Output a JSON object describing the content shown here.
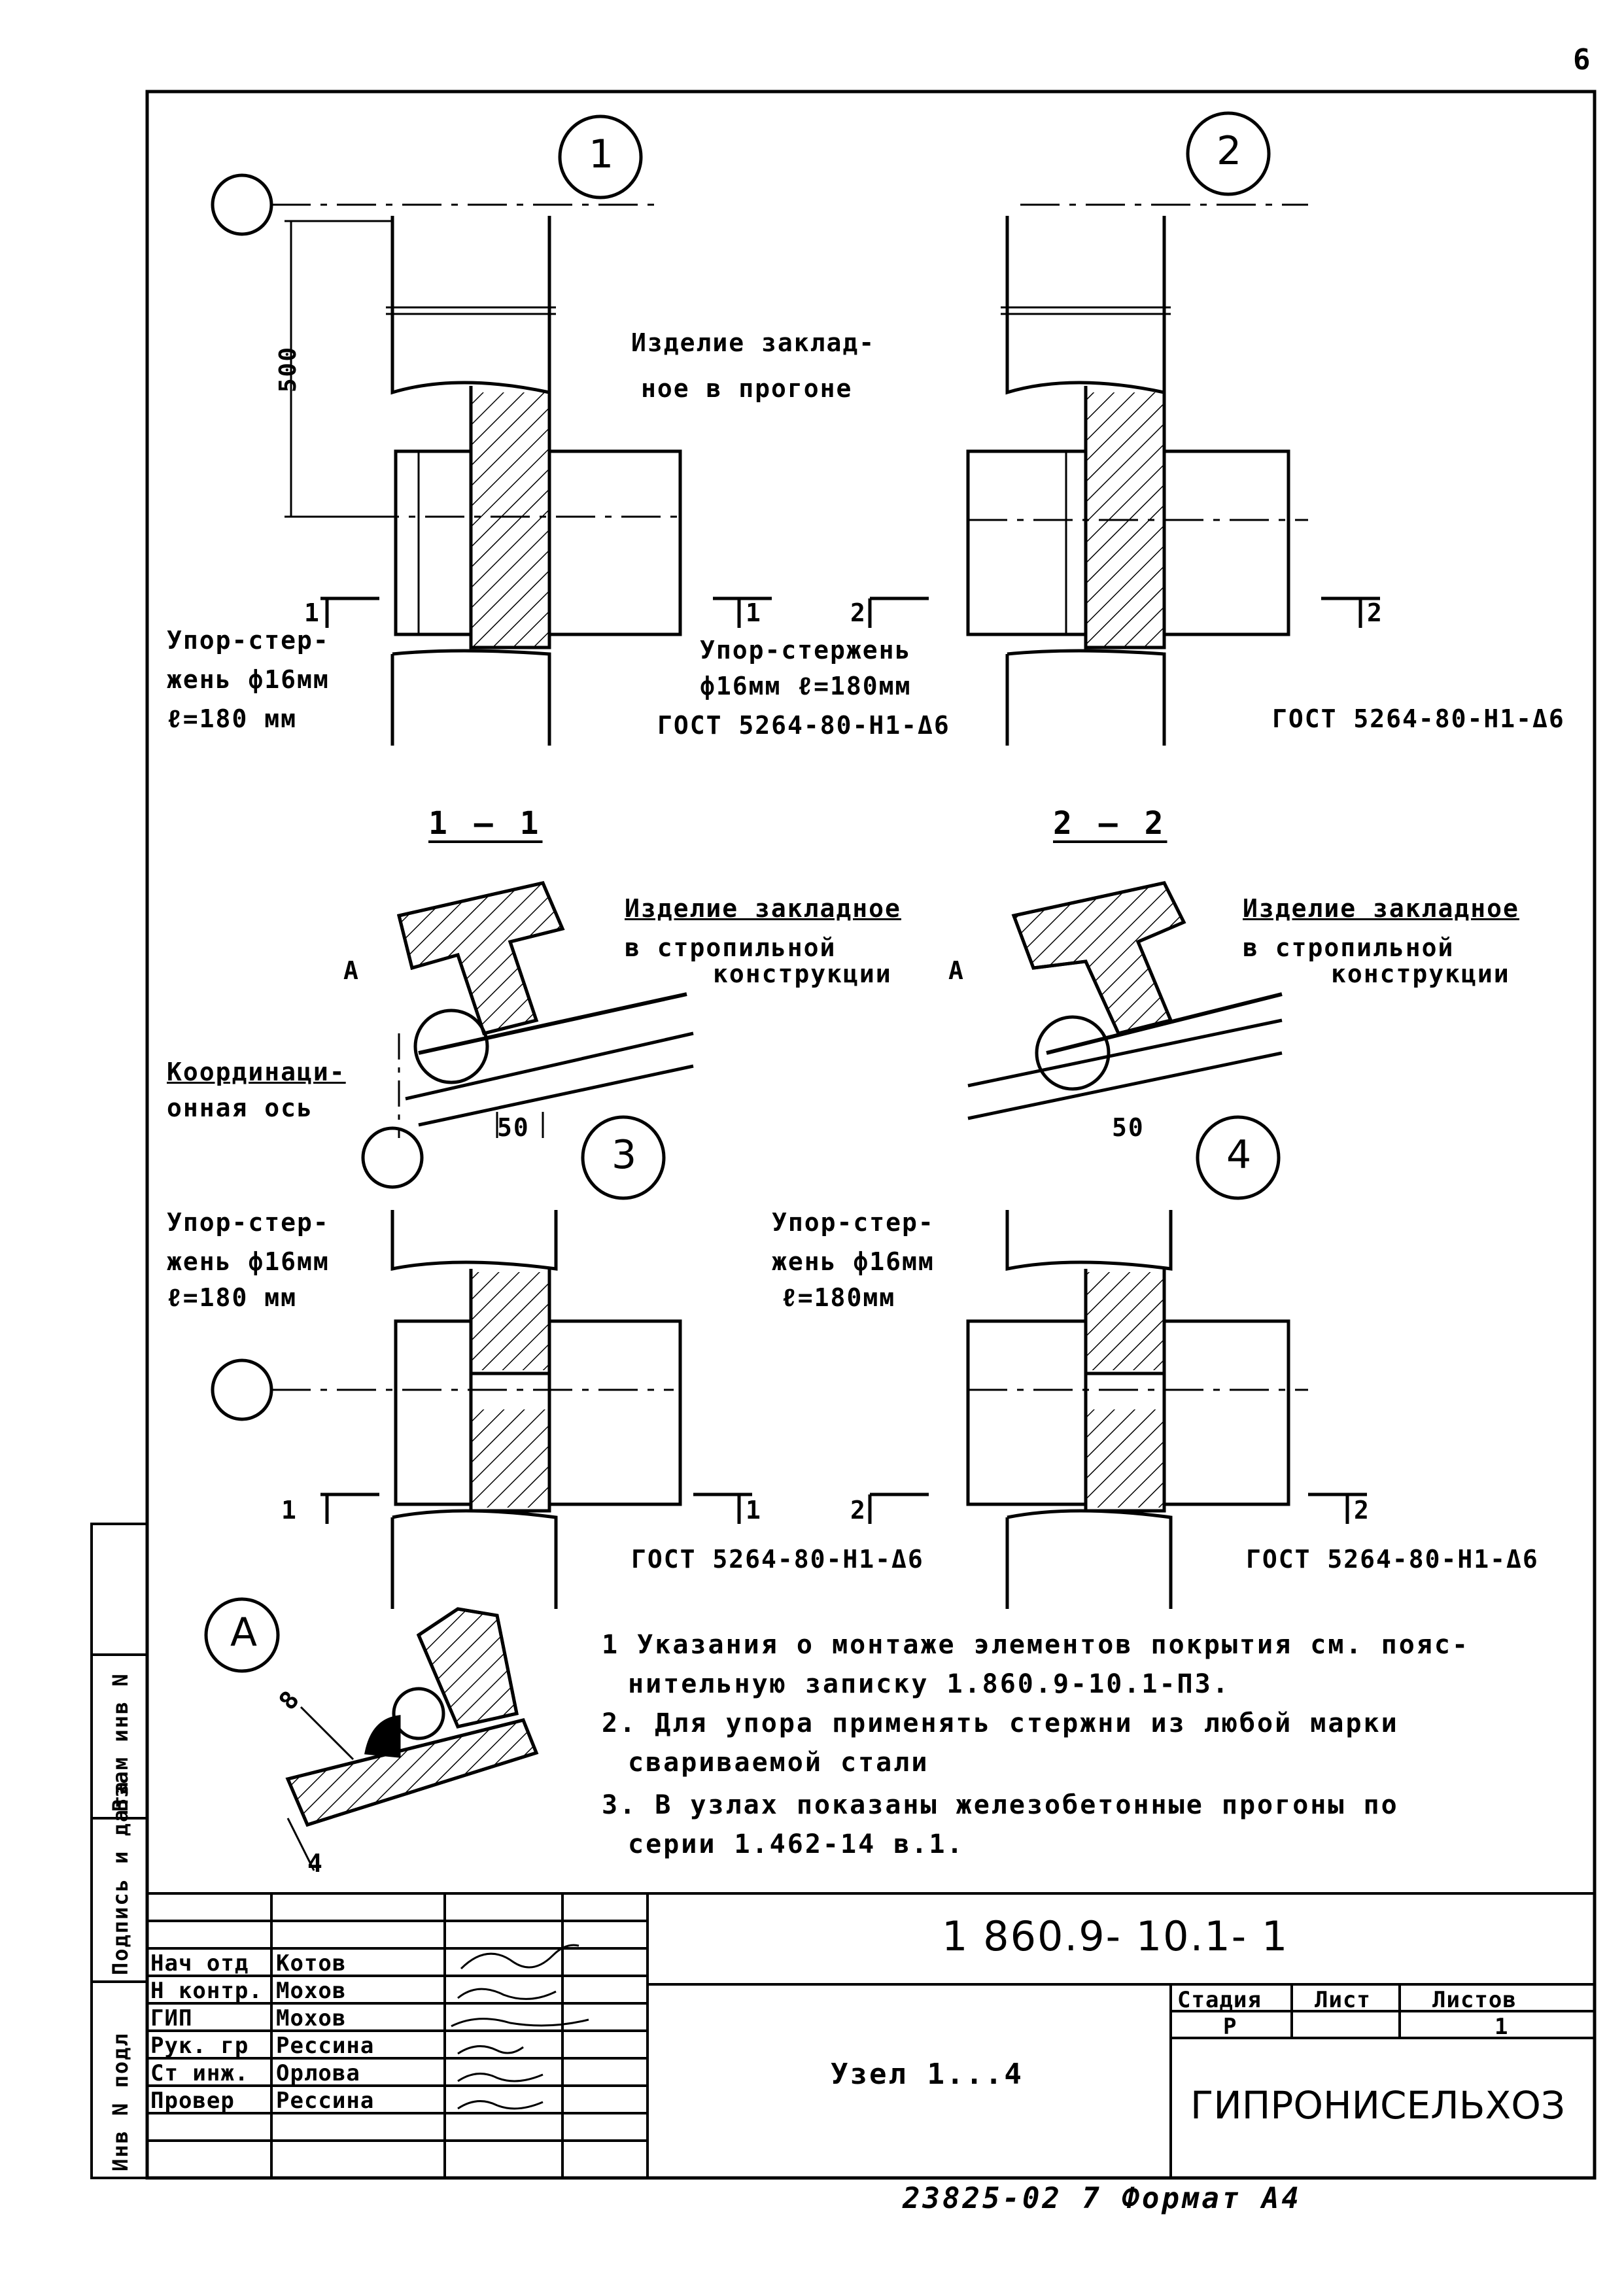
{
  "page_number": "6",
  "node_markers": {
    "n1": "1",
    "n2": "2",
    "n3": "3",
    "n4": "4",
    "detail": "A"
  },
  "dimension_500": "500",
  "dimension_50": "50",
  "weld_dimension_8": "8",
  "weld_dimension_4": "4",
  "embedded_purlin_label": [
    "Изделие заклад-",
    "ное в прогоне"
  ],
  "stop_rod_node1": [
    "Упор-стер-",
    "жень ф16мм",
    "ℓ=180 мм"
  ],
  "stop_rod_node2": [
    "Упор-стержень",
    "ф16мм  ℓ=180мм"
  ],
  "stop_rod_node3": [
    "Упор-стер-",
    "жень ф16мм",
    "ℓ=180 мм"
  ],
  "stop_rod_node4": [
    "Упор-стер-",
    "жень ф16мм",
    "ℓ=180мм"
  ],
  "gost_label": "ГОСТ 5264-80-Н1-Δ6",
  "section_marks": {
    "s1": "1",
    "s2": "2"
  },
  "section_titles": {
    "s11": "1 — 1",
    "s22": "2 — 2"
  },
  "embedded_rafter_label": [
    "Изделие закладное",
    "в стропильной",
    "конструкции"
  ],
  "detail_ref": "А",
  "coord_axis_label": [
    "Координаци-",
    "онная ось"
  ],
  "notes": [
    [
      "1 Указания о монтаже элементов покрытия см. пояс-",
      "нительную записку 1.860.9-10.1-П3."
    ],
    [
      "2. Для упора применять стержни из любой марки",
      "свариваемой стали"
    ],
    [
      "3. В узлах показаны железобетонные прогоны по",
      "серии 1.462-14 в.1."
    ]
  ],
  "side_stamp": [
    "Инв N подл",
    "Подпись и дата",
    "Взам инв N"
  ],
  "title_block": {
    "document_code": "1 860.9- 10.1- 1",
    "signatures": [
      {
        "role": "Нач отд",
        "name": "Котов"
      },
      {
        "role": "Н контр.",
        "name": "Мохов"
      },
      {
        "role": "ГИП",
        "name": "Мохов"
      },
      {
        "role": "Рук. гр",
        "name": "Рессина"
      },
      {
        "role": "Ст инж.",
        "name": "Орлова"
      },
      {
        "role": "Провер",
        "name": "Рессина"
      }
    ],
    "sheet_title": "Узел 1...4",
    "stage_header": "Стадия",
    "sheet_header": "Лист",
    "sheets_header": "Листов",
    "stage": "Р",
    "sheet": "",
    "sheets": "1",
    "organization": "ГИПРОНИСЕЛЬХОЗ"
  },
  "footer": "23825-02  7  Формат А4"
}
